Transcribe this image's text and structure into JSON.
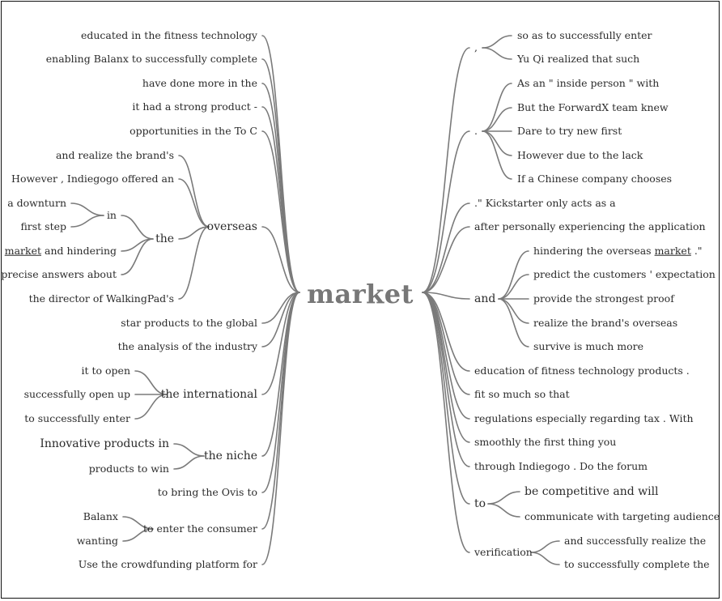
{
  "center": {
    "word": "market"
  },
  "left_items": [
    "educated in the fitness technology",
    "enabling Balanx to successfully complete",
    "have done more in the",
    "it had a strong product -",
    "opportunities in the To C",
    "overseas",
    "star products to the global",
    "the analysis of the industry",
    "the international",
    "the niche",
    "to bring the Ovis to",
    "to enter the consumer",
    "Use the crowdfunding platform for"
  ],
  "overseas_children": [
    "and realize the brand's",
    "However , Indiegogo offered an",
    "the",
    "the director of WalkingPad's"
  ],
  "the_children": [
    "in",
    "market",
    "precise answers about"
  ],
  "market_suffix": " and hindering",
  "in_children": [
    "a downturn",
    "first step"
  ],
  "international_children": [
    "it to open",
    "successfully open up",
    "to successfully enter"
  ],
  "niche_children": [
    "Innovative products in",
    "products to win"
  ],
  "consumer_children": [
    "Balanx",
    "wanting"
  ],
  "right_items": [
    ",",
    ".",
    ".\" Kickstarter only acts as a",
    "after personally experiencing the application",
    "and",
    "education of fitness technology products .",
    "fit so much so that",
    "regulations especially regarding tax . With",
    "smoothly the first thing you",
    "through Indiegogo . Do the forum",
    "to",
    "verification"
  ],
  "comma_children": [
    "so as to successfully enter",
    "Yu Qi realized that such"
  ],
  "period_children": [
    "As an \" inside person \" with",
    "But the ForwardX team knew",
    "Dare to try new first",
    "However due to the lack",
    "If a Chinese company chooses"
  ],
  "and_children": [
    "hindering the overseas",
    "predict the customers ' expectation",
    "provide the strongest proof",
    "realize the brand's overseas",
    "survive is much more"
  ],
  "and_first_tail_word": "market",
  "and_first_tail_end": " .\"",
  "to_children": [
    "be competitive and will",
    "communicate with targeting audience"
  ],
  "verification_children": [
    "and successfully realize the",
    "to successfully complete the"
  ]
}
